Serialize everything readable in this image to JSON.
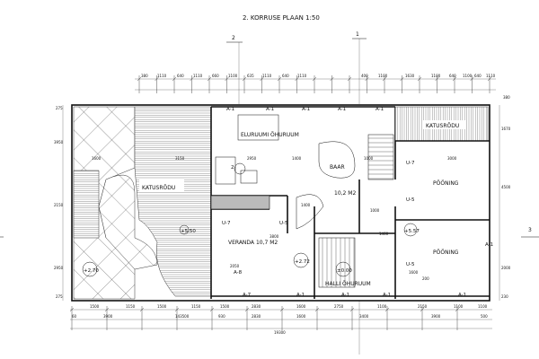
{
  "title": "2. KORRUSE PLAAN 1:50",
  "section_markers": [
    "2",
    "1",
    "3"
  ],
  "rooms": {
    "elu_oh": "ELURUUMI ÕHURUUM",
    "baar": "BAAR",
    "area_102": "10,2 M2",
    "veranda": "VERANDA 10,7 M2",
    "halli": "HALLI ÕHURUUM",
    "katus_left": "KATUSRÕDU",
    "katus_right": "KATUSRÕDU",
    "pooning_top": "PÖÖNING",
    "pooning_bottom": "PÖÖNING"
  },
  "levels": [
    "+5.50",
    "+2.72",
    "+2.70",
    "±0.00",
    "+5.57"
  ],
  "tags": {
    "a1_top": [
      "A-1",
      "A-1",
      "A-1",
      "A-1",
      "A-1"
    ],
    "a1_bottom": [
      "A-1",
      "A-1",
      "A-1",
      "A-1"
    ],
    "a7": "A-7",
    "a8": "A-8",
    "a1_right": "A-1",
    "u7_left": "U-7",
    "u7_right": "U-7",
    "u5": [
      "U-5",
      "U-5",
      "U-5"
    ],
    "round": "2"
  },
  "dims": {
    "top_row": [
      "380",
      "1110",
      "640",
      "1110",
      "660",
      "1100",
      "635",
      "1110",
      "640",
      "1110",
      "400",
      "1100",
      "1630",
      "1100",
      "640",
      "1100",
      "640",
      "1110",
      "380"
    ],
    "bottom_row1": [
      "1500",
      "1150",
      "1500",
      "1150",
      "1500",
      "2830",
      "1600",
      "2750",
      "1100",
      "2150",
      "1100",
      "1100"
    ],
    "bottom_row2": [
      "60",
      "3900",
      "143500",
      "930",
      "2830",
      "1600",
      "3400",
      "3900",
      "500"
    ],
    "bottom_total": "19300",
    "left_side": [
      "275",
      "3950",
      "2150",
      "2950",
      "275"
    ],
    "right_side": [
      "1670",
      "4500",
      "2000",
      "230"
    ],
    "interior": [
      "3150",
      "2950",
      "1400",
      "1000",
      "3000",
      "1600",
      "3800",
      "1400",
      "1600",
      "2050",
      "1000",
      "200",
      "1400"
    ]
  },
  "colors": {
    "line": "#111111",
    "background": "#ffffff"
  }
}
